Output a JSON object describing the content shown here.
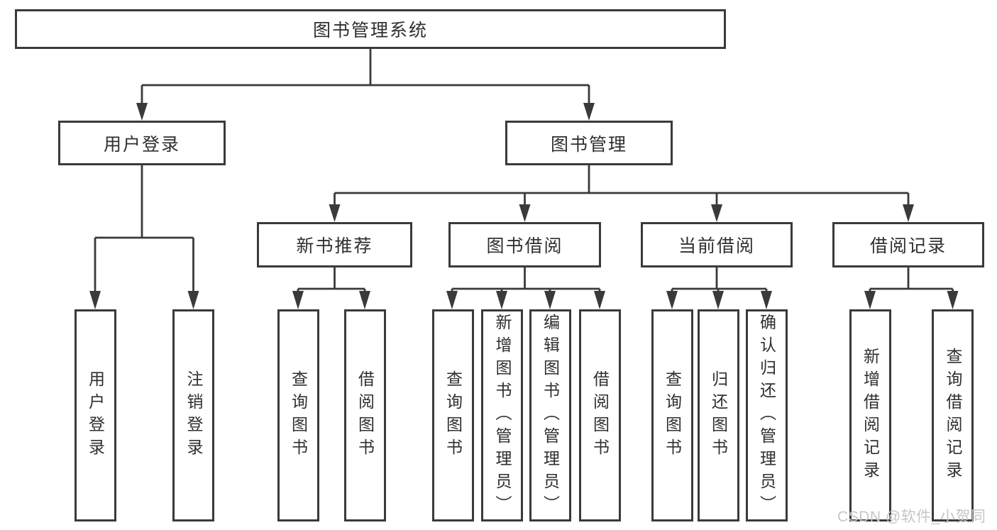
{
  "diagram": {
    "root": {
      "label": "图书管理系统"
    },
    "branches": [
      {
        "label": "用户登录",
        "children": [
          {
            "label": "用户登录"
          },
          {
            "label": "注销登录"
          }
        ]
      },
      {
        "label": "图书管理",
        "children": [
          {
            "label": "新书推荐",
            "children": [
              {
                "label": "查询图书"
              },
              {
                "label": "借阅图书"
              }
            ]
          },
          {
            "label": "图书借阅",
            "children": [
              {
                "label": "查询图书"
              },
              {
                "label": "新增图书（管理员）"
              },
              {
                "label": "编辑图书（管理员）"
              },
              {
                "label": "借阅图书"
              }
            ]
          },
          {
            "label": "当前借阅",
            "children": [
              {
                "label": "查询图书"
              },
              {
                "label": "归还图书"
              },
              {
                "label": "确认归还（管理员）"
              }
            ]
          },
          {
            "label": "借阅记录",
            "children": [
              {
                "label": "新增借阅记录"
              },
              {
                "label": "查询借阅记录"
              }
            ]
          }
        ]
      }
    ]
  },
  "watermark": {
    "text": "CSDN @软件_小贺同学"
  },
  "colors": {
    "line": "#3a3a3a",
    "box_fill": "#ffffff",
    "text": "#2f2f2f",
    "watermark": "#c6c6c6"
  }
}
